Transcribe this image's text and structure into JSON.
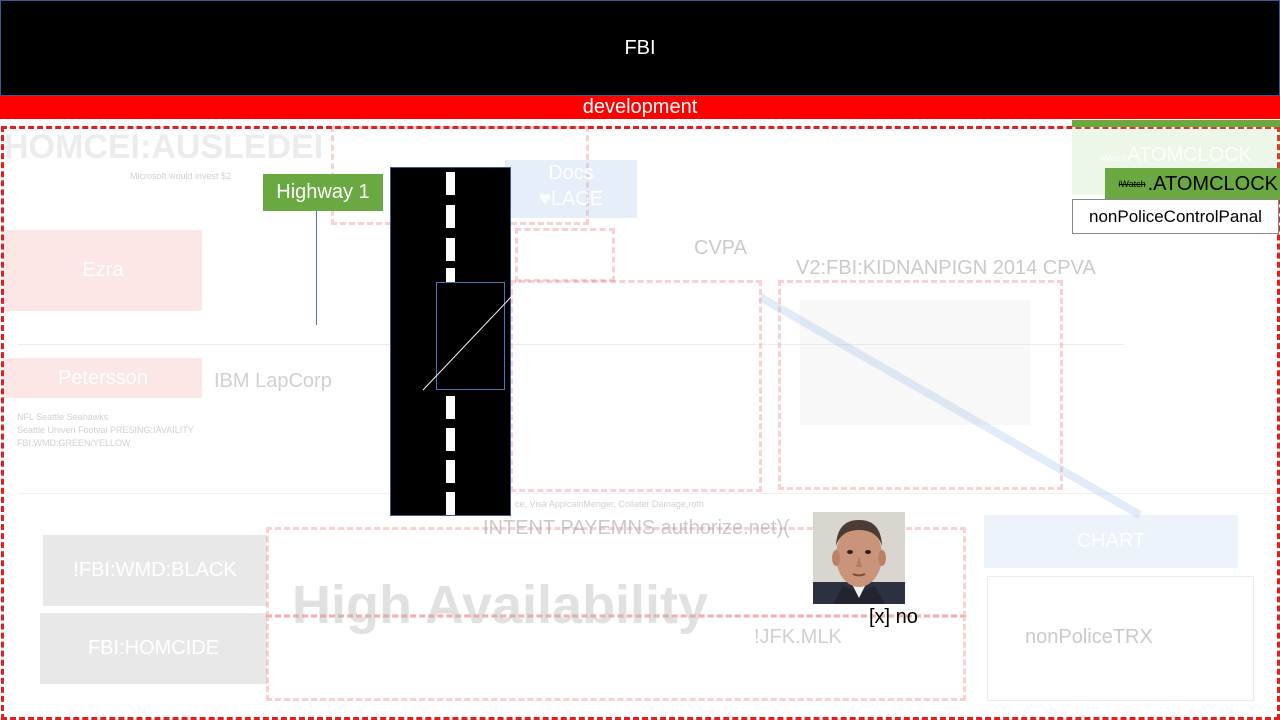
{
  "header": {
    "title": "FBI"
  },
  "banner": {
    "label": "development"
  },
  "slide": {
    "faint_heading": "HOMCEI:AUSLEDEI",
    "faint_subtitle": "Microsoft would invest $2",
    "docs_label": "Docs",
    "lace_label": "♥LACE",
    "cvpa_label": "CVPA",
    "kidnap_label": "V2:FBI:KIDNANPIGN 2014 CPVA",
    "ezra_label": "Ezra",
    "petersson_label": "Petersson",
    "ibm_label": "IBM LapCorp",
    "notes": [
      "NFL Seattle Seahawks",
      "Seattle Univeri Footval PRESING:IAVAILITY",
      "FBI:WMD:GREEN/YELLOW"
    ],
    "visa_note": "ce, Visa ApplcainMenger, Collater Damage,roth",
    "intent_label": "INTENT PAYEMNS authorize.net)(",
    "wmd_black_label": "!FBI:WMD:BLACK",
    "homcide_label": "FBI:HOMCIDE",
    "high_availability": "High Availability",
    "jfk_label": "!JFK.MLK",
    "chart_label": "CHART",
    "trx_label": "nonPoliceTRX"
  },
  "highway": {
    "label": "Highway 1"
  },
  "clock": {
    "faint_small": "iWatch",
    "faint_label": "ATOMCLOCK",
    "small_prefix": "iWatch",
    "main_label": ".ATOMCLOCK",
    "panel_button": "nonPoliceControlPanal"
  },
  "photo": {
    "caption": "[x] no"
  },
  "colors": {
    "header_bg": "#000000",
    "banner": "#ff0000",
    "green": "#6aa842",
    "dash": "#e02020"
  }
}
